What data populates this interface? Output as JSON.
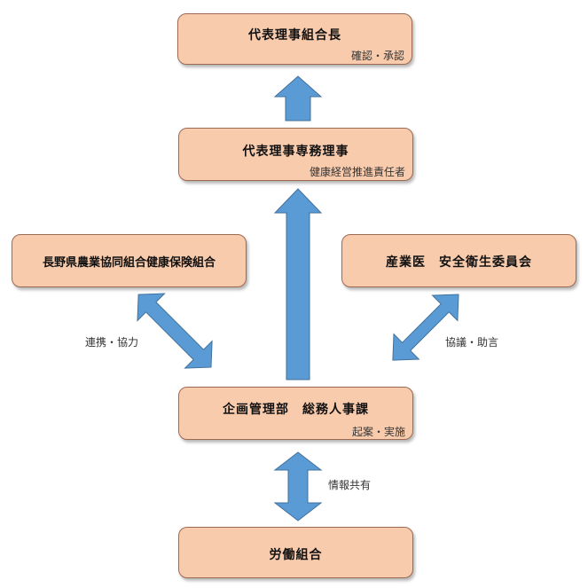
{
  "nodes": {
    "chairman": {
      "title": "代表理事組合長",
      "subtitle": "確認・承認"
    },
    "managing_director": {
      "title": "代表理事専務理事",
      "subtitle": "健康経営推進責任者"
    },
    "health_insurance": {
      "title": "長野県農業協同組合健康保険組合"
    },
    "occupational_doctor": {
      "title": "産業医　安全衛生委員会"
    },
    "planning_dept": {
      "title": "企画管理部　総務人事課",
      "subtitle": "起案・実施"
    },
    "labor_union": {
      "title": "労働組合"
    }
  },
  "edges": {
    "health_insurance_link": {
      "label": "連携・協力"
    },
    "doctor_link": {
      "label": "協議・助言"
    },
    "union_link": {
      "label": "情報共有"
    }
  },
  "colors": {
    "box_fill": "#f8cbad",
    "box_border": "#9c6a52",
    "arrow_fill": "#5b9bd5",
    "arrow_stroke": "#41719c"
  }
}
